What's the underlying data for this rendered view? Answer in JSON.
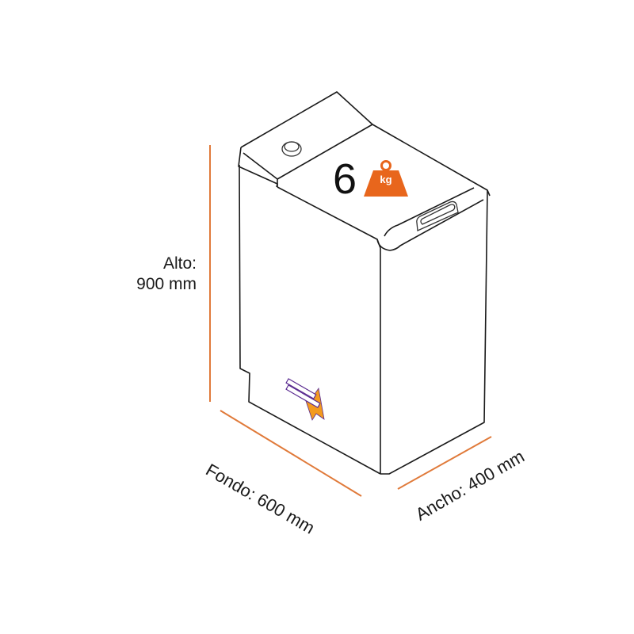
{
  "diagram": {
    "subject": "top-load washing machine dimensions",
    "capacity": {
      "value": "6",
      "unit_icon": "weight-icon",
      "unit_label": "kg",
      "icon_color": "#E8661C"
    },
    "dimensions": {
      "height": {
        "label": "Alto:",
        "value": "900 mm"
      },
      "depth": {
        "label": "Fondo: 600 mm"
      },
      "width": {
        "label": "Ancho: 400 mm"
      }
    },
    "dimension_line_color": "#E07A3A",
    "outline_color": "#1a1a1a",
    "logo": {
      "icon": "arrow-logo-icon",
      "arrow_color": "#F39A1E",
      "text_color": "#5B2C91"
    }
  }
}
